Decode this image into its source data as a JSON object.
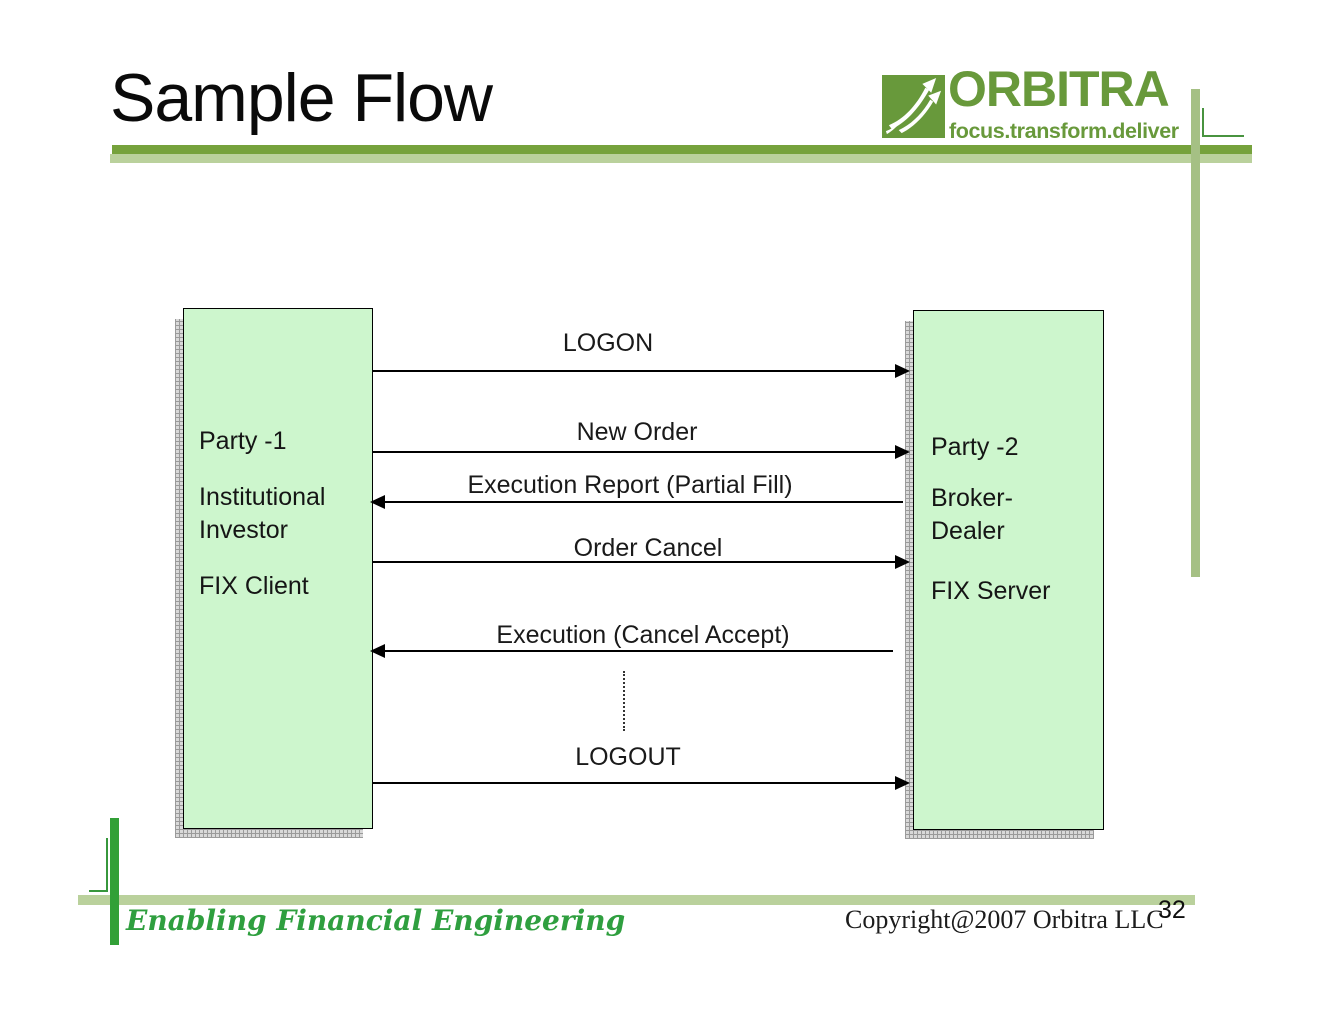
{
  "slide": {
    "title": "Sample Flow",
    "page_number": "32"
  },
  "header": {
    "logo": {
      "wordmark": "ORBITRA",
      "tagline": "focus.transform.deliver",
      "icon": "swoosh-arrows-icon"
    }
  },
  "diagram": {
    "left_box": {
      "title": "Party -1",
      "subtitle": "Institutional Investor",
      "role": "FIX Client"
    },
    "right_box": {
      "title": "Party -2",
      "subtitle": "Broker-Dealer",
      "role": "FIX Server"
    },
    "messages": [
      {
        "label": "LOGON",
        "direction": "left-to-right"
      },
      {
        "label": "New Order",
        "direction": "left-to-right"
      },
      {
        "label": "Execution Report (Partial Fill)",
        "direction": "right-to-left"
      },
      {
        "label": "Order Cancel",
        "direction": "left-to-right"
      },
      {
        "label": "Execution (Cancel Accept)",
        "direction": "right-to-left"
      },
      {
        "label": "LOGOUT",
        "direction": "left-to-right"
      }
    ]
  },
  "footer": {
    "tagline": "Enabling Financial Engineering",
    "copyright": "Copyright@2007 Orbitra LLC"
  },
  "colors": {
    "logo_green": "#68993b",
    "rule_dark_green": "#76a23c",
    "rule_light_green": "#bad19c",
    "sidebar_sage": "#a5c084",
    "footer_green": "#32a037",
    "box_fill": "#cdf6cd",
    "box_border": "#000000",
    "arrow_black": "#000000"
  }
}
